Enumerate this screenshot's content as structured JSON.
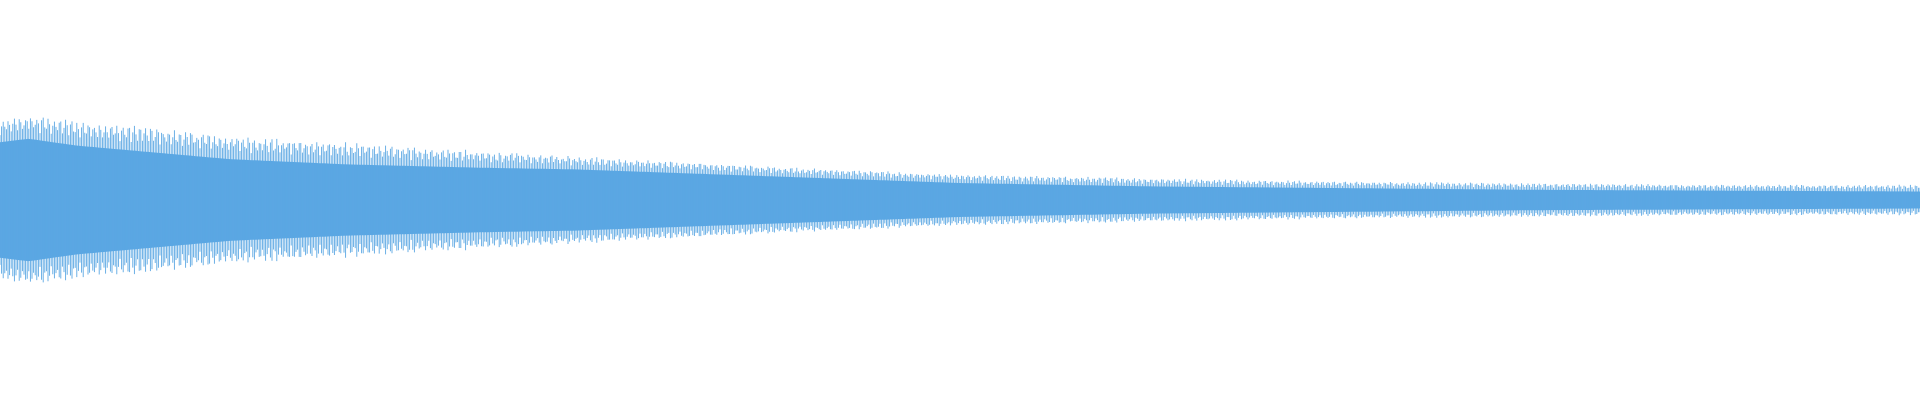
{
  "waveform": {
    "color": "#5ba7e3",
    "background": "#ffffff",
    "samples_shown": "",
    "envelope": [
      {
        "t": 0.0,
        "peak": 0.47,
        "body": 0.34
      },
      {
        "t": 0.015,
        "peak": 0.5,
        "body": 0.36
      },
      {
        "t": 0.04,
        "peak": 0.47,
        "body": 0.32
      },
      {
        "t": 0.08,
        "peak": 0.43,
        "body": 0.28
      },
      {
        "t": 0.12,
        "peak": 0.38,
        "body": 0.24
      },
      {
        "t": 0.18,
        "peak": 0.34,
        "body": 0.21
      },
      {
        "t": 0.25,
        "peak": 0.29,
        "body": 0.19
      },
      {
        "t": 0.3,
        "peak": 0.26,
        "body": 0.18
      },
      {
        "t": 0.4,
        "peak": 0.2,
        "body": 0.14
      },
      {
        "t": 0.5,
        "peak": 0.15,
        "body": 0.1
      },
      {
        "t": 0.6,
        "peak": 0.13,
        "body": 0.08
      },
      {
        "t": 0.7,
        "peak": 0.11,
        "body": 0.07
      },
      {
        "t": 0.8,
        "peak": 0.1,
        "body": 0.06
      },
      {
        "t": 0.9,
        "peak": 0.09,
        "body": 0.055
      },
      {
        "t": 1.0,
        "peak": 0.09,
        "body": 0.05
      }
    ]
  }
}
